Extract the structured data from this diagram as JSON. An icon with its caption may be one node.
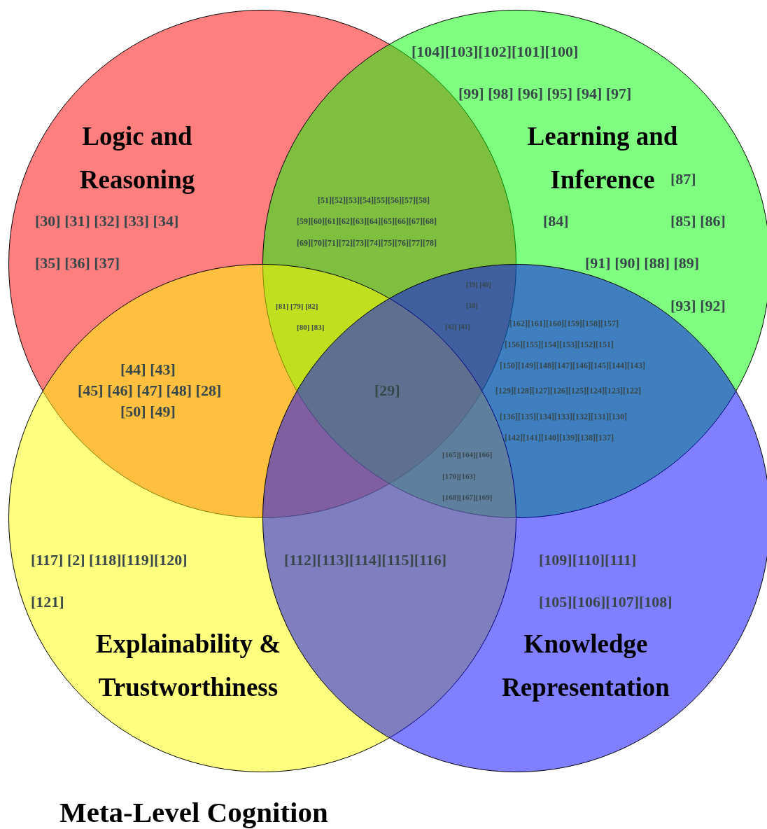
{
  "diagram": {
    "caption": "Meta-Level Cognition",
    "nodes": [
      {
        "text": [
          "Logic and Reasoning"
        ]
      },
      {
        "text": [
          "Learning and Inference"
        ]
      },
      {
        "text": [
          "Explainability & Trustworthiness"
        ]
      },
      {
        "text": [
          "Knowledge Representation"
        ]
      }
    ],
    "labels": [
      "[104][103][102][101][100]",
      "[99] [98] [96] [95] [94] [97]",
      "[87]",
      "[30] [31] [32] [33] [34]",
      "[51][52][53][54][55][56][57][58]",
      "[84]",
      "[85] [86]",
      "[59][60][61][62][63][64][65][66][67][68]",
      "[35] [36] [37]",
      "[69][70][71][72][73][74][75][76][77][78]",
      "[91] [90] [88] [89]",
      "[39] [40]",
      "[81] [79] [82]",
      "[38]",
      "[93] [92]",
      "[162][161][160][159][158][157]",
      "[80] [83]",
      "[42] [41]",
      "[156][155][154][153][152][151]",
      "[44] [43]",
      "[150][149][148][147][146][145][144][143]",
      "[45] [46] [47] [48] [28]",
      "[29]",
      "[129][128][127][126][125][124][123][122]",
      "[50] [49]",
      "[136][135][134][133][132][131][130]",
      "[142][141][140][139][138][137]",
      "[165][164][166]",
      "[170][163]",
      "[168][167][169]",
      "[117] [2] [118][119][120]",
      "[112][113][114][115][116]",
      "[109][110][111]",
      "[121]",
      "[105][106][107][108]"
    ]
  }
}
